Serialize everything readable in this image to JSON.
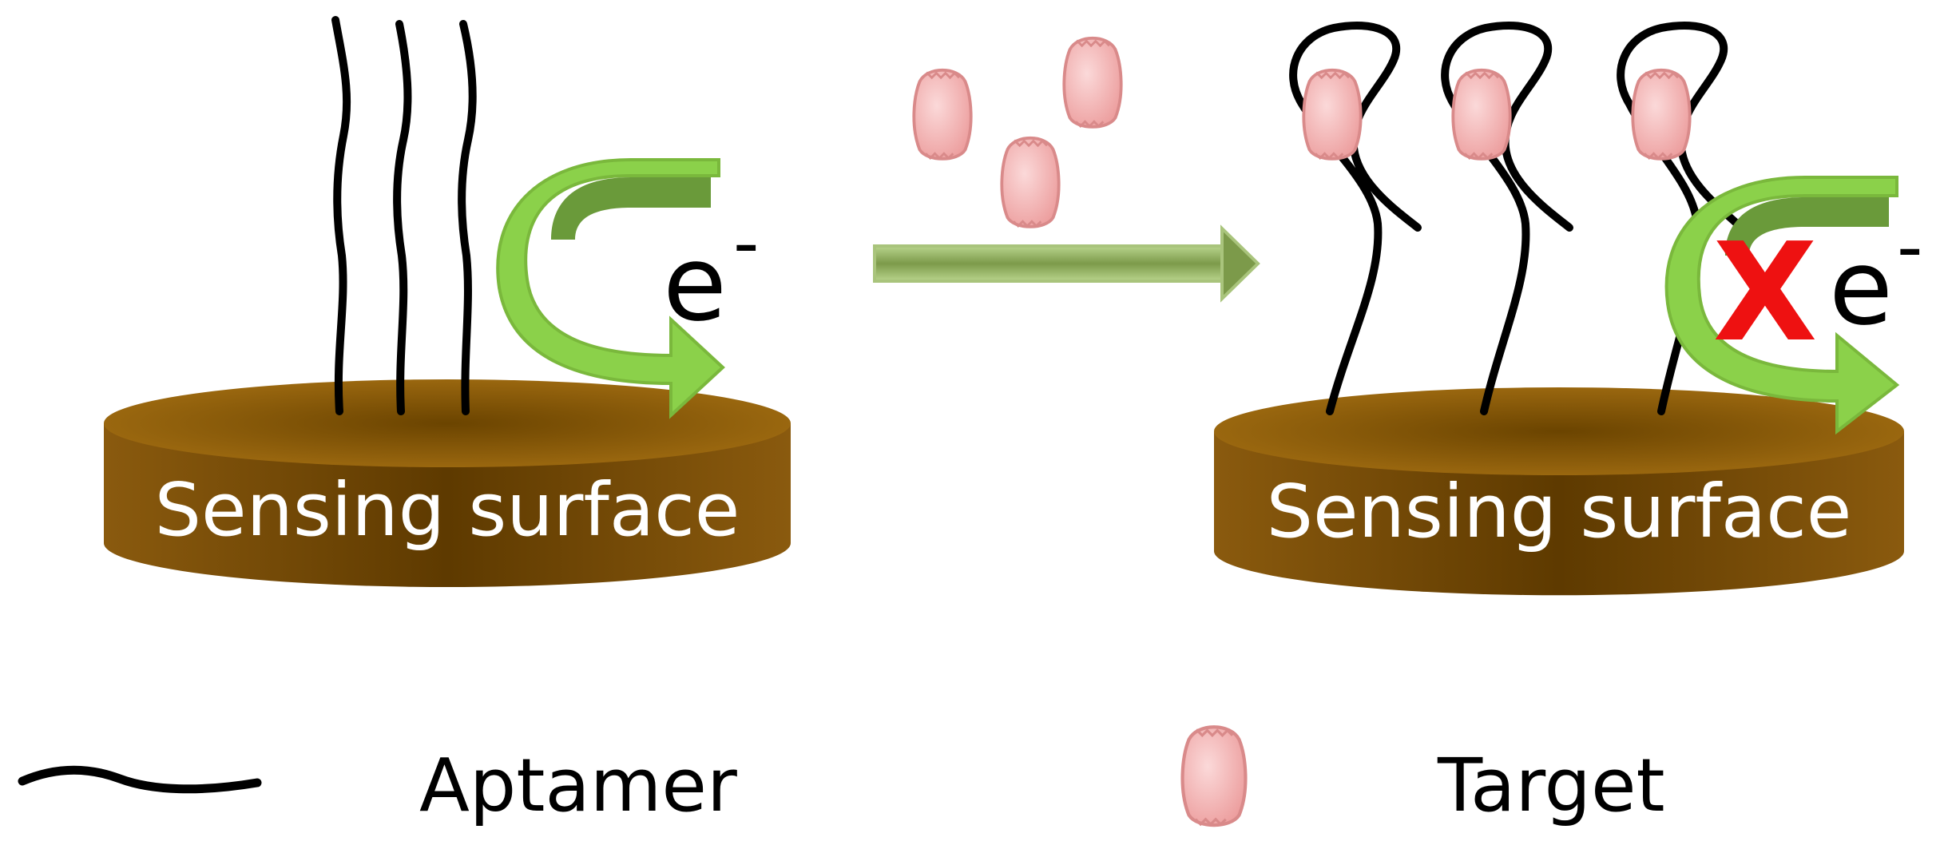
{
  "left_panel": {
    "surface_label": "Sensing surface",
    "electron_label": "e",
    "electron_charge": "-"
  },
  "right_panel": {
    "surface_label": "Sensing surface",
    "electron_label": "e",
    "electron_charge": "-",
    "block_mark": "X"
  },
  "legend": {
    "aptamer_label": "Aptamer",
    "target_label": "Target"
  },
  "colors": {
    "surface_dark": "#6b4400",
    "surface_light": "#a36e12",
    "surface_text": "#ffffff",
    "aptamer": "#000000",
    "electron_arrow": "#8bd14a",
    "electron_arrow_dark": "#6a9a3a",
    "process_arrow": "#8fae5a",
    "target_fill": "#f4b6b6",
    "block_mark": "#ee1111"
  }
}
